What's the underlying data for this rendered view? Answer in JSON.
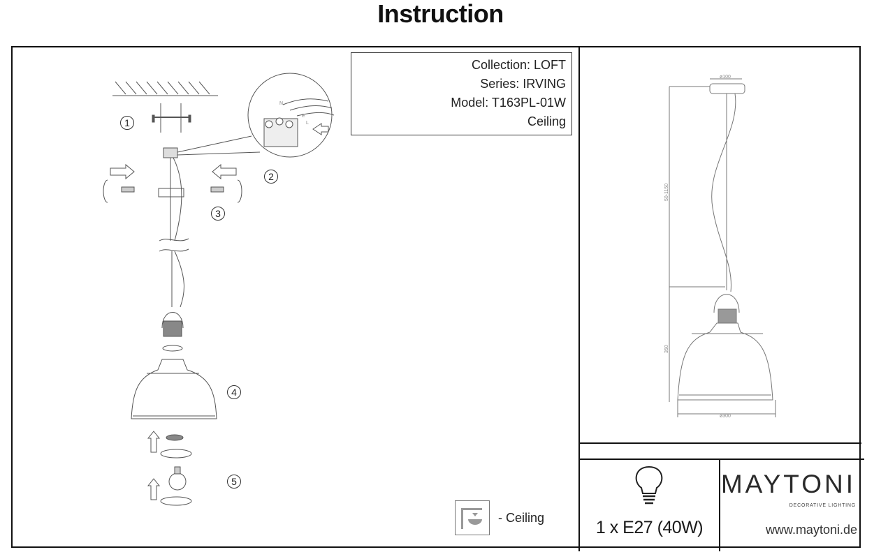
{
  "page": {
    "title": "Instruction"
  },
  "spec": {
    "collection": "Collection: LOFT",
    "series": "Series: IRVING",
    "model": "Model: T163PL-01W",
    "mount": "Ceiling"
  },
  "steps": [
    "1",
    "2",
    "3",
    "4",
    "5"
  ],
  "wiring_labels": {
    "neutral": "N",
    "earth": "E",
    "live": "L"
  },
  "legend": {
    "icon": "ceiling-mount-icon",
    "label": "- Ceiling"
  },
  "dimensions": {
    "canopy_diameter": "ø100",
    "cable_length": "50-1150",
    "lamp_height": "350",
    "shade_diameter": "ø300"
  },
  "bulb": {
    "icon": "light-bulb-icon",
    "label": "1 x E27 (40W)"
  },
  "brand": {
    "logo": "MAYTONI",
    "tagline": "DECORATIVE LIGHTING",
    "website": "www.maytoni.de"
  }
}
